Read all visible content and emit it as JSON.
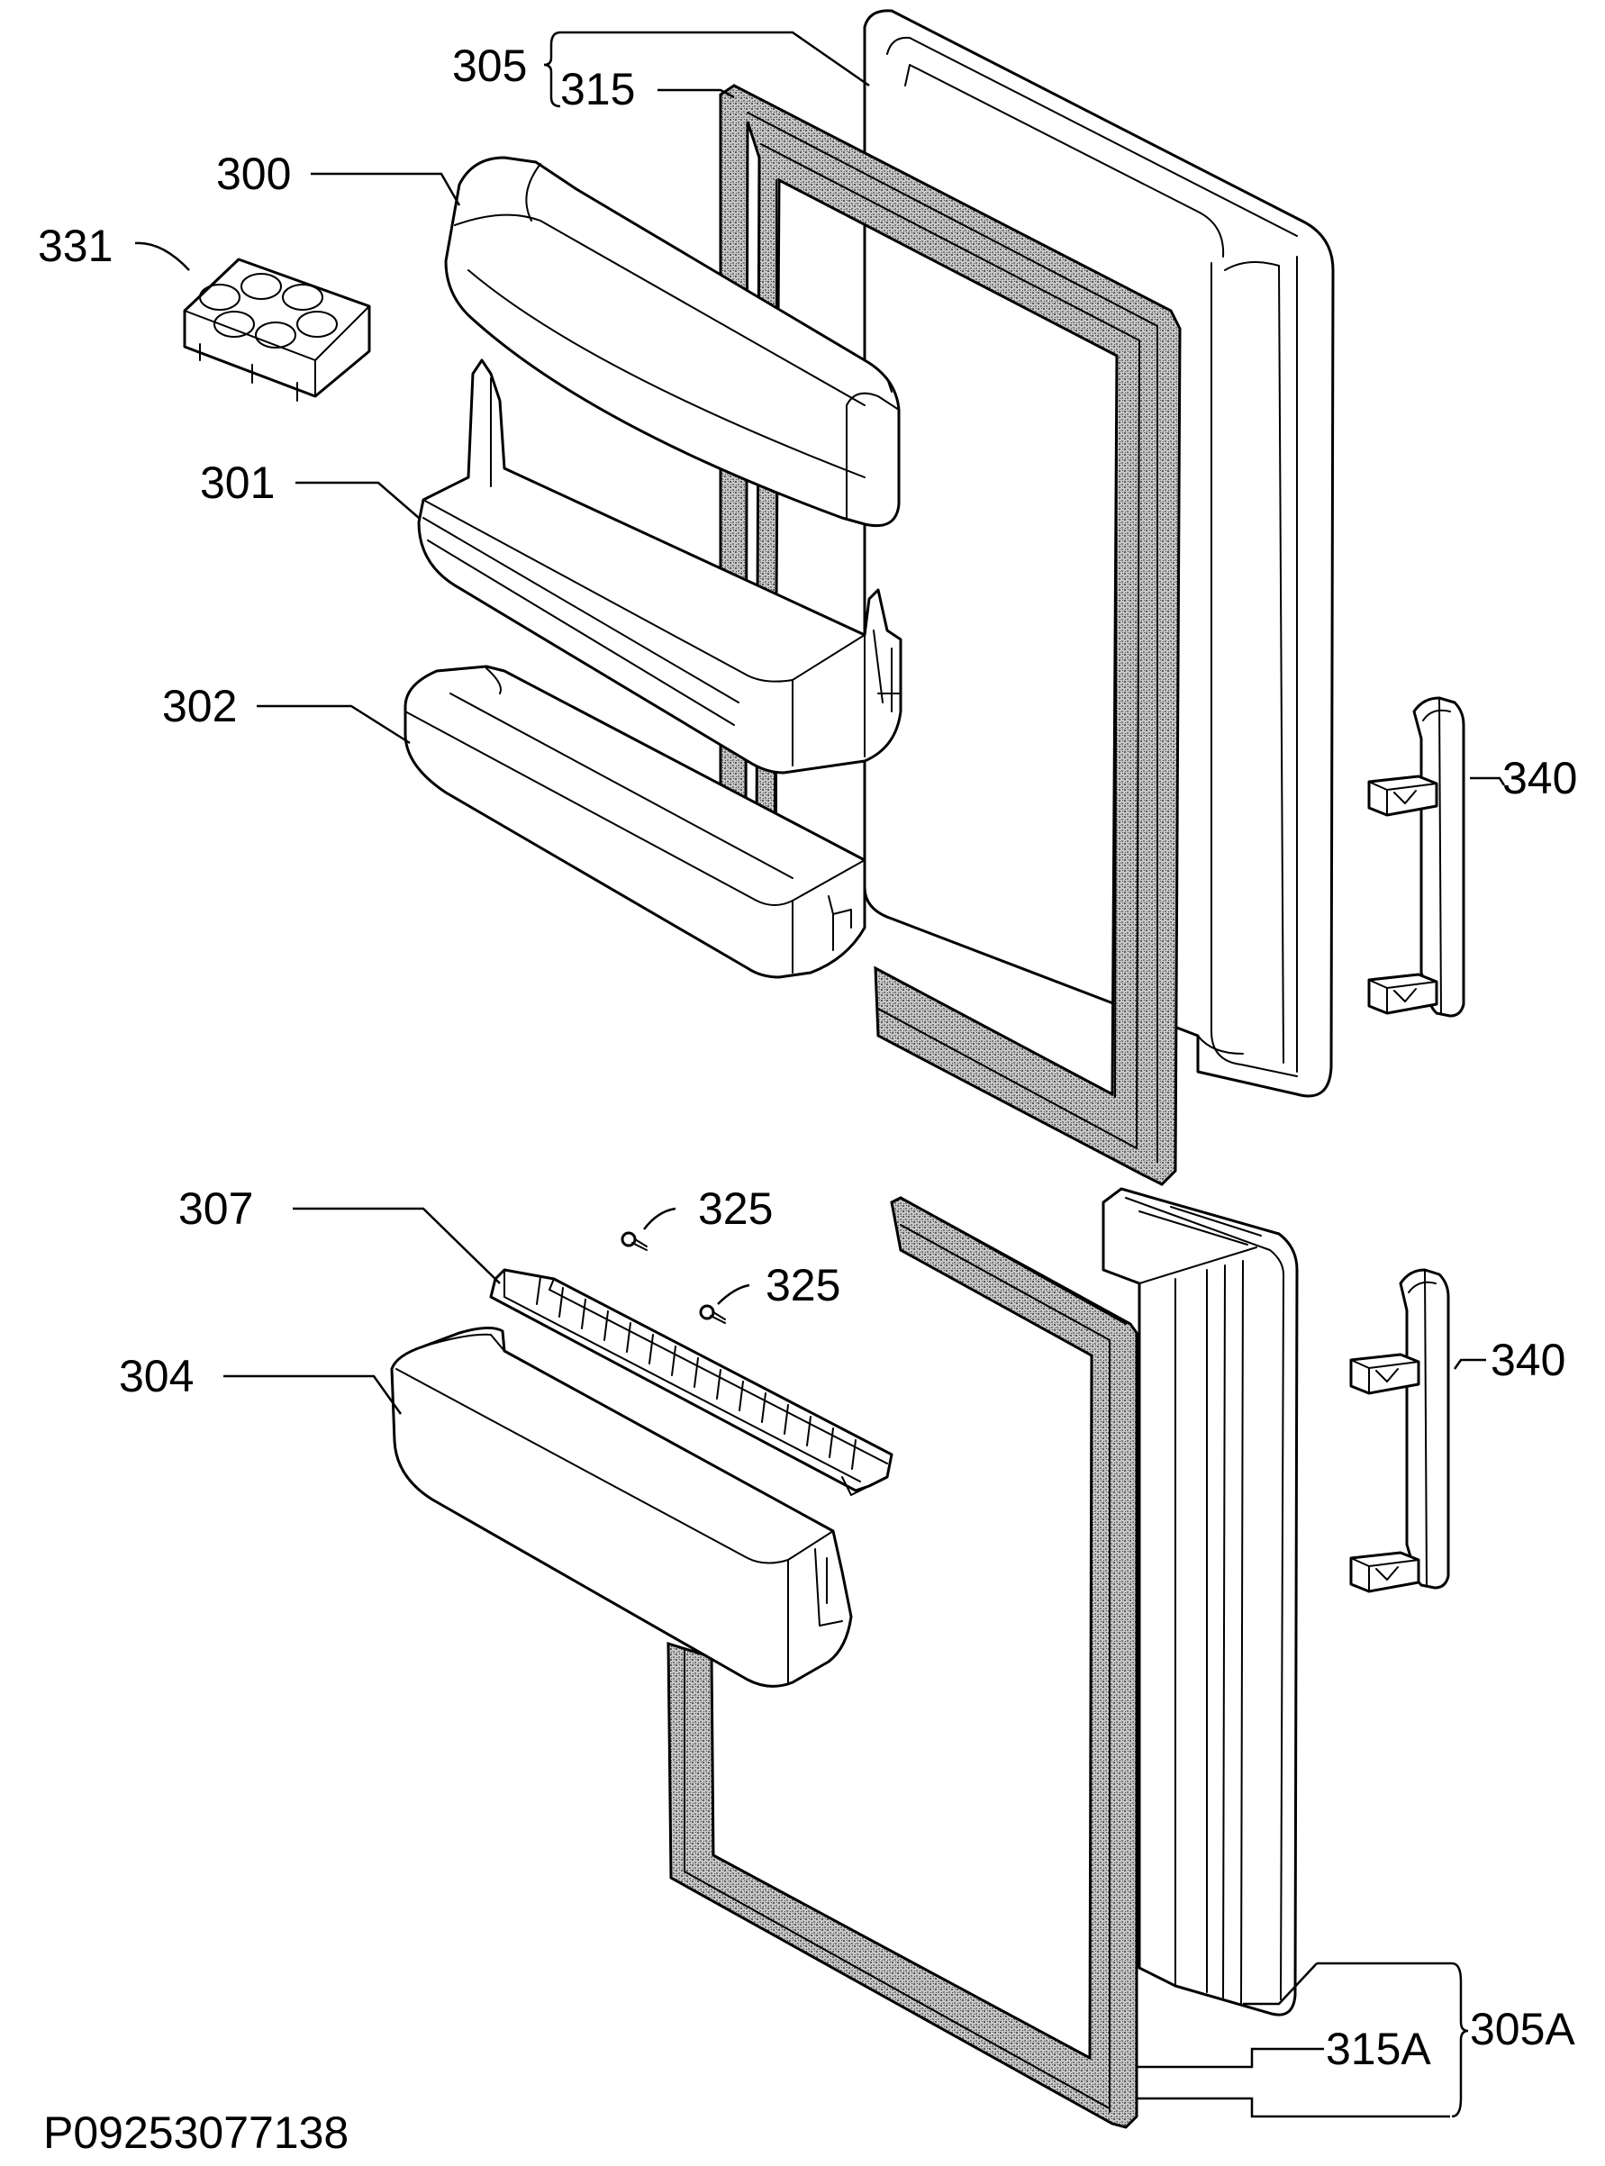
{
  "diagram": {
    "callouts": {
      "c305": "305",
      "c315": "315",
      "c300": "300",
      "c331": "331",
      "c301": "301",
      "c302": "302",
      "c340_top": "340",
      "c307": "307",
      "c325_a": "325",
      "c325_b": "325",
      "c304": "304",
      "c340_bottom": "340",
      "c315a": "315A",
      "c305a": "305A"
    },
    "drawing_code": "P09253077138"
  },
  "colors": {
    "line": "#000000",
    "background": "#ffffff",
    "gasket_texture": "#808080"
  }
}
